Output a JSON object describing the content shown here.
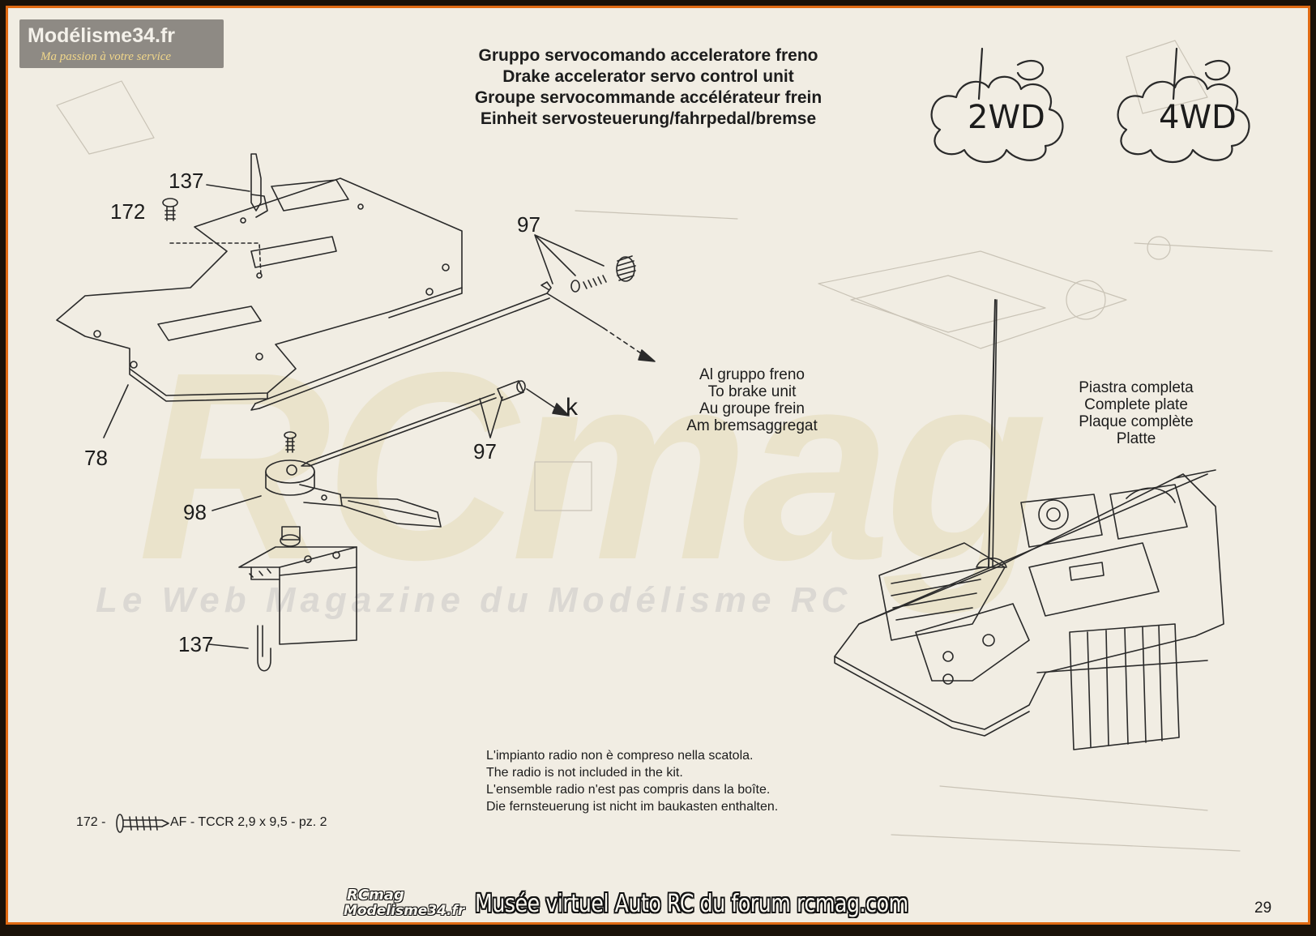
{
  "source_logo": {
    "name": "Modélisme34.fr",
    "tagline": "Ma passion à votre service"
  },
  "heading": {
    "lines": [
      "Gruppo servocomando acceleratore freno",
      "Drake accelerator servo control unit",
      "Groupe servocommande accélérateur frein",
      "Einheit servosteuerung/fahrpedal/bremse"
    ]
  },
  "badges": {
    "left": "2WD",
    "right": "4WD"
  },
  "part_numbers": {
    "p137_top": "137",
    "p172": "172",
    "p97_top": "97",
    "p97_mid": "97",
    "p78": "78",
    "p98": "98",
    "p137_bottom": "137",
    "k": "k"
  },
  "brake_label": {
    "lines": [
      "Al gruppo freno",
      "To brake unit",
      "Au groupe frein",
      "Am bremsaggregat"
    ]
  },
  "plate_label": {
    "lines": [
      "Piastra completa",
      "Complete plate",
      "Plaque complète",
      "Platte"
    ]
  },
  "radio_note": {
    "lines": [
      "L'impianto radio non è compreso nella scatola.",
      "The radio is not included in the kit.",
      "L'ensemble radio n'est pas compris dans la boîte.",
      "Die fernsteuerung ist nicht im baukasten enthalten."
    ]
  },
  "screw_spec": {
    "code": "172 -",
    "text": "AF - TCCR 2,9 x 9,5 - pz. 2"
  },
  "watermark": {
    "logo": "RCmag",
    "tagline": "Le Web Magazine du Modélisme RC"
  },
  "footer": {
    "logo_top": "RCmag",
    "logo_bottom": "Modelisme34.fr",
    "caption": "Musée virtuel Auto RC du forum rcmag.com"
  },
  "page_number": "29",
  "colors": {
    "paper": "#f1ede3",
    "border": "#e06a12",
    "ink": "#1c1c1c"
  }
}
